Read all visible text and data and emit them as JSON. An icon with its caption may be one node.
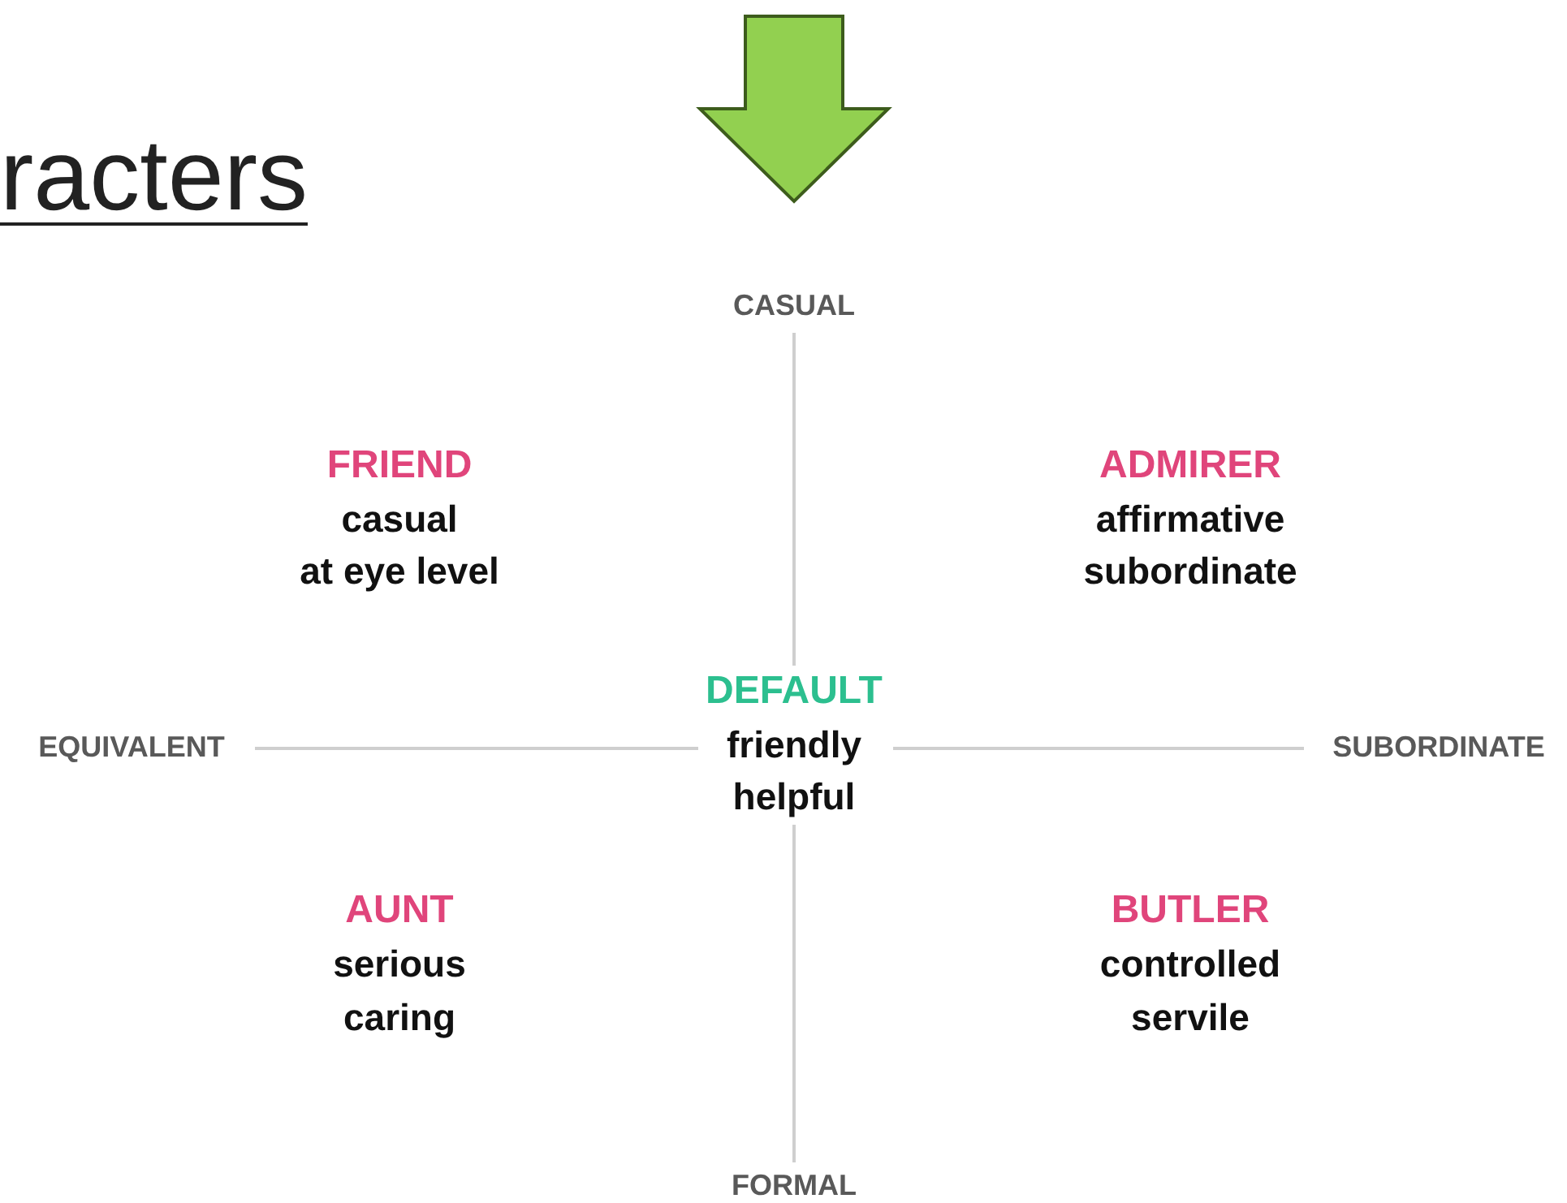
{
  "diagram": {
    "title": "racters",
    "labels": [
      "CASUAL",
      "FRIEND",
      "casual",
      "at eye level",
      "ADMIRER",
      "affirmative",
      "subordinate",
      "EQUIVALENT",
      "DEFAULT",
      "friendly",
      "helpful",
      "SUBORDINATE",
      "AUNT",
      "serious",
      "caring",
      "BUTLER",
      "controlled",
      "servile",
      "FORMAL"
    ]
  }
}
